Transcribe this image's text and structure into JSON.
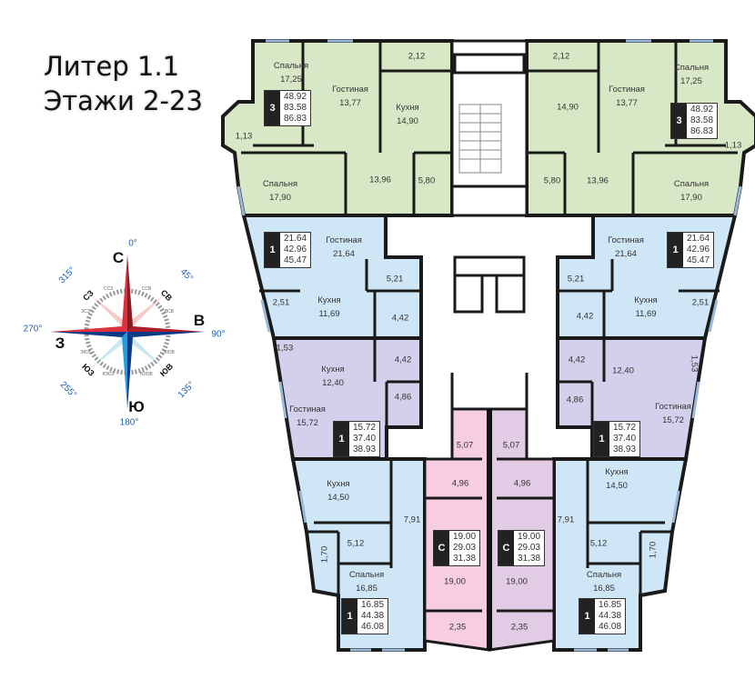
{
  "title": {
    "line1": "Литер 1.1",
    "line2": "Этажи 2-23"
  },
  "compass": {
    "north": "С",
    "east": "В",
    "south": "Ю",
    "west": "З",
    "north_deg": "0°",
    "east_deg": "90°",
    "south_deg": "180°",
    "west_deg": "270°",
    "ne": "СВ",
    "nw": "СЗ",
    "se": "ЮВ",
    "sw": "ЮЗ",
    "ne_deg": "45°",
    "nw_deg": "315°",
    "se_deg": "135°",
    "sw_deg": "255°",
    "minor": [
      "ССВ",
      "ВСВ",
      "ВЮВ",
      "ЮЮВ",
      "ЮЮЗ",
      "ЗЮЗ",
      "ЗСЗ",
      "ССЗ"
    ],
    "colors": {
      "north": "#d8232f",
      "south": "#1e8fd6",
      "dark_red": "#9e1420",
      "dark_blue": "#0b3a86"
    }
  },
  "colors": {
    "three_room": "#d8e8c6",
    "one_room_blue": "#cfe6f6",
    "one_room_purple": "#d3d0ec",
    "studio_pink": "#f7cde2",
    "studio_mauve": "#e2cbe4"
  },
  "apartments": [
    {
      "badge": {
        "type": "3",
        "living": "48.92",
        "total": "83.58",
        "total_with_balcony": "86.83"
      },
      "rooms": [
        {
          "name": "Спальня",
          "area": "17,25"
        },
        {
          "name": "Гостиная",
          "area": "13,77"
        },
        {
          "name": "Кухня",
          "area": "14,90"
        },
        {
          "area": "2,12"
        },
        {
          "area": "1,13"
        },
        {
          "name": "Спальня",
          "area": "17,90"
        },
        {
          "area": "13,96"
        },
        {
          "area": "5,80"
        }
      ]
    },
    {
      "badge": {
        "type": "3",
        "living": "48.92",
        "total": "83.58",
        "total_with_balcony": "86.83"
      },
      "rooms": [
        {
          "name": "Спальня",
          "area": "17,25"
        },
        {
          "name": "Гостиная",
          "area": "13,77"
        },
        {
          "area": "14,90"
        },
        {
          "area": "2,12"
        },
        {
          "area": "1,13"
        },
        {
          "name": "Спальня",
          "area": "17,90"
        },
        {
          "area": "13,96"
        },
        {
          "area": "5,80"
        }
      ]
    },
    {
      "badge": {
        "type": "1",
        "living": "21.64",
        "total": "42.96",
        "total_with_balcony": "45.47"
      },
      "rooms": [
        {
          "name": "Гостиная",
          "area": "21,64"
        },
        {
          "name": "Кухня",
          "area": "11,69"
        },
        {
          "area": "5,21"
        },
        {
          "area": "2,51"
        },
        {
          "area": "4,42"
        }
      ]
    },
    {
      "badge": {
        "type": "1",
        "living": "21.64",
        "total": "42.96",
        "total_with_balcony": "45.47"
      },
      "rooms": [
        {
          "name": "Гостиная",
          "area": "21,64"
        },
        {
          "name": "Кухня",
          "area": "11,69"
        },
        {
          "area": "5,21"
        },
        {
          "area": "2,51"
        },
        {
          "area": "4,42"
        }
      ]
    },
    {
      "badge": {
        "type": "1",
        "living": "15.72",
        "total": "37.40",
        "total_with_balcony": "38.93"
      },
      "rooms": [
        {
          "name": "Кухня",
          "area": "12,40"
        },
        {
          "name": "Гостиная",
          "area": "15,72"
        },
        {
          "area": "1,53"
        },
        {
          "area": "4,42"
        },
        {
          "area": "4,86"
        }
      ]
    },
    {
      "badge": {
        "type": "1",
        "living": "15.72",
        "total": "37.40",
        "total_with_balcony": "38.93"
      },
      "rooms": [
        {
          "area": "12,40"
        },
        {
          "name": "Гостиная",
          "area": "15,72"
        },
        {
          "area": "1,53"
        },
        {
          "area": "4,42"
        },
        {
          "area": "4,86"
        }
      ]
    },
    {
      "badge": {
        "type": "1",
        "living": "16.85",
        "total": "44.38",
        "total_with_balcony": "46.08"
      },
      "rooms": [
        {
          "name": "Кухня",
          "area": "14,50"
        },
        {
          "name": "Спальня",
          "area": "16,85"
        },
        {
          "area": "7,91"
        },
        {
          "area": "5,12"
        },
        {
          "area": "1,70"
        }
      ]
    },
    {
      "badge": {
        "type": "1",
        "living": "16.85",
        "total": "44.38",
        "total_with_balcony": "46.08"
      },
      "rooms": [
        {
          "name": "Кухня",
          "area": "14,50"
        },
        {
          "name": "Спальня",
          "area": "16,85"
        },
        {
          "area": "7,91"
        },
        {
          "area": "5,12"
        },
        {
          "area": "1,70"
        }
      ]
    },
    {
      "badge": {
        "type": "С",
        "living": "19.00",
        "total": "29.03",
        "total_with_balcony": "31.38"
      },
      "rooms": [
        {
          "area": "5,07"
        },
        {
          "area": "4,96"
        },
        {
          "area": "19,00"
        },
        {
          "area": "2,35"
        }
      ]
    },
    {
      "badge": {
        "type": "С",
        "living": "19.00",
        "total": "29.03",
        "total_with_balcony": "31.38"
      },
      "rooms": [
        {
          "area": "5,07"
        },
        {
          "area": "4,96"
        },
        {
          "area": "19,00"
        },
        {
          "area": "2,35"
        }
      ]
    }
  ]
}
